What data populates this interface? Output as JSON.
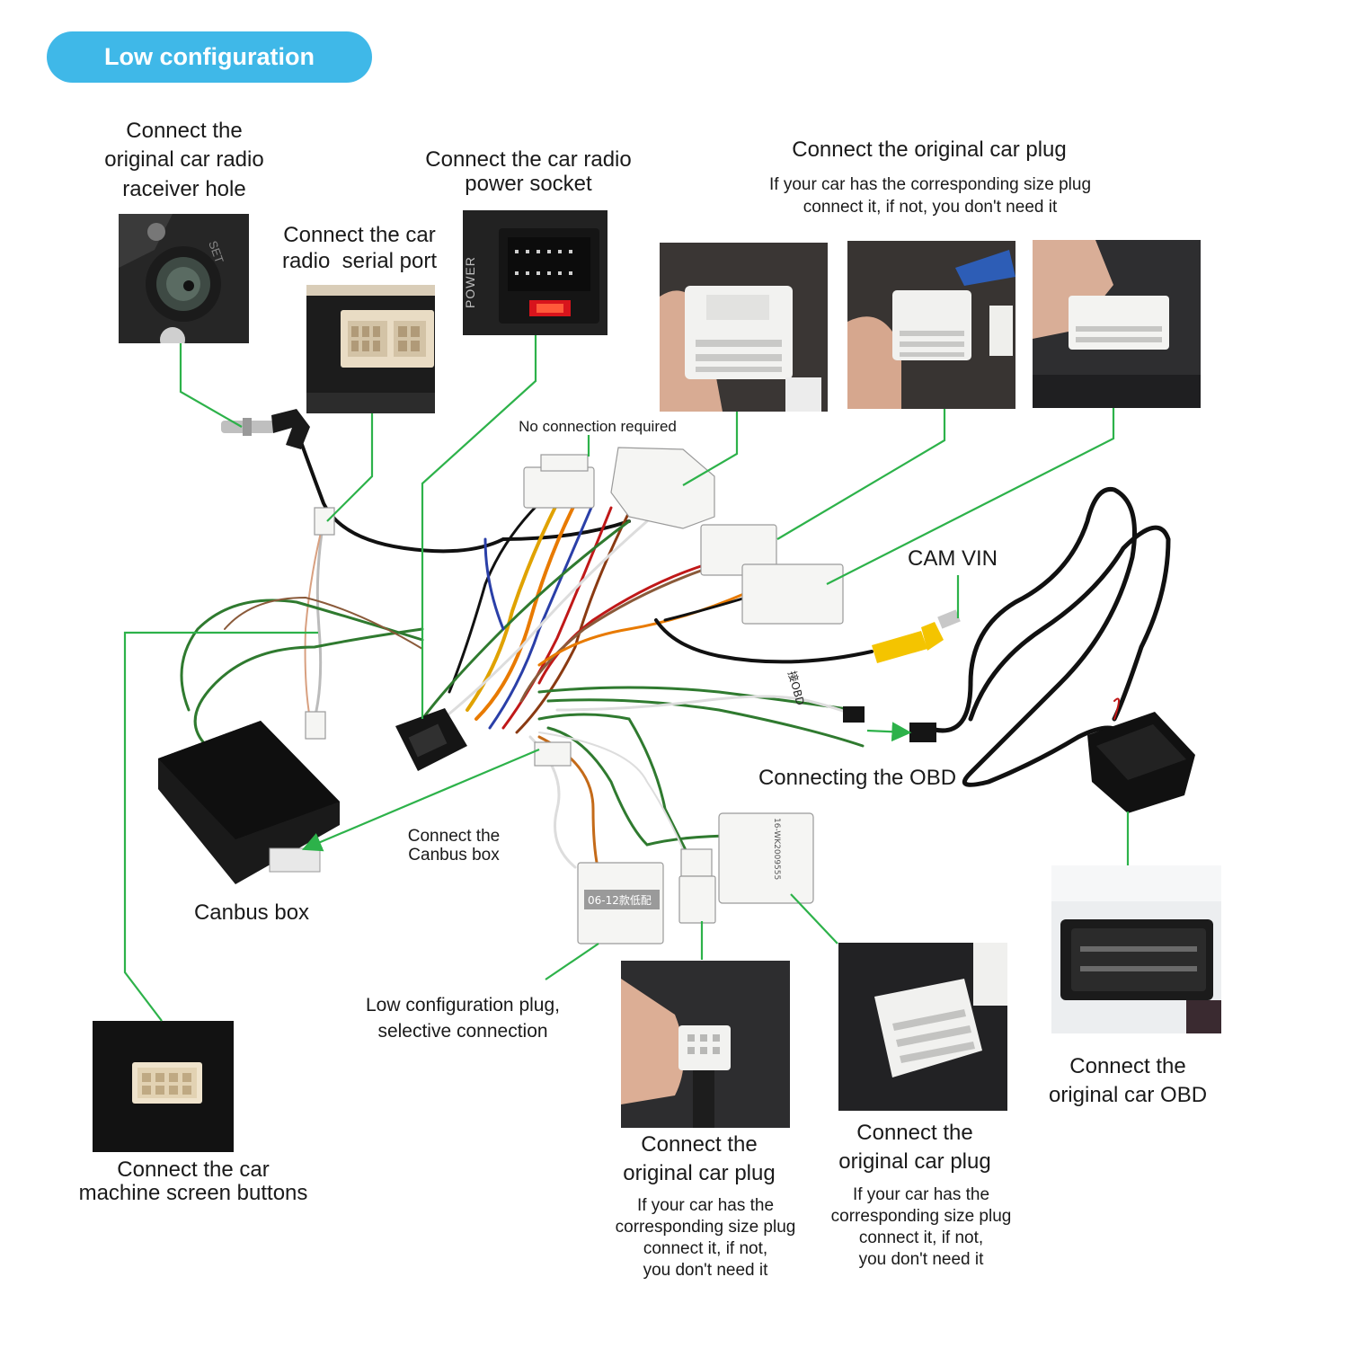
{
  "header": {
    "badge": "Low configuration"
  },
  "labels": {
    "receiver_hole": [
      "Connect the",
      "original car radio",
      "raceiver hole"
    ],
    "serial_port": [
      "Connect the car",
      "radio  serial port"
    ],
    "power_socket": [
      "Connect the car radio",
      "power socket"
    ],
    "orig_plug_top_title": "Connect the original car plug",
    "orig_plug_top_note": [
      "If your car has the corresponding size plug",
      "connect it, if not, you don't need it"
    ],
    "no_connection": "No connection required",
    "cam_vin": "CAM VIN",
    "connecting_obd": "Connecting the OBD",
    "canbus_box_connect": [
      "Connect the",
      "Canbus box"
    ],
    "canbus_box": "Canbus box",
    "low_config_plug": [
      "Low configuration plug,",
      "selective connection"
    ],
    "screen_buttons": [
      "Connect the car",
      "machine screen buttons"
    ],
    "orig_plug_bottom1_title": [
      "Connect the",
      "original car plug"
    ],
    "orig_plug_bottom1_note": [
      "If your car has the",
      "corresponding size plug",
      "connect it, if not,",
      "you don't need it"
    ],
    "orig_plug_bottom2_title": [
      "Connect the",
      "original car plug"
    ],
    "orig_plug_bottom2_note": [
      "If your car has the",
      "corresponding size plug",
      "connect it, if not,",
      "you don't need it"
    ],
    "orig_obd": [
      "Connect the",
      "original car OBD"
    ]
  },
  "photo_marks": {
    "power": "POWER",
    "obd_tag": "接OBD",
    "plug_tag": "06-12款低配",
    "canbus_sticker": "16-WK2009555"
  },
  "colors": {
    "accent": "#3fb8e8",
    "leader": "#2db24a",
    "text": "#1a1a1a"
  }
}
